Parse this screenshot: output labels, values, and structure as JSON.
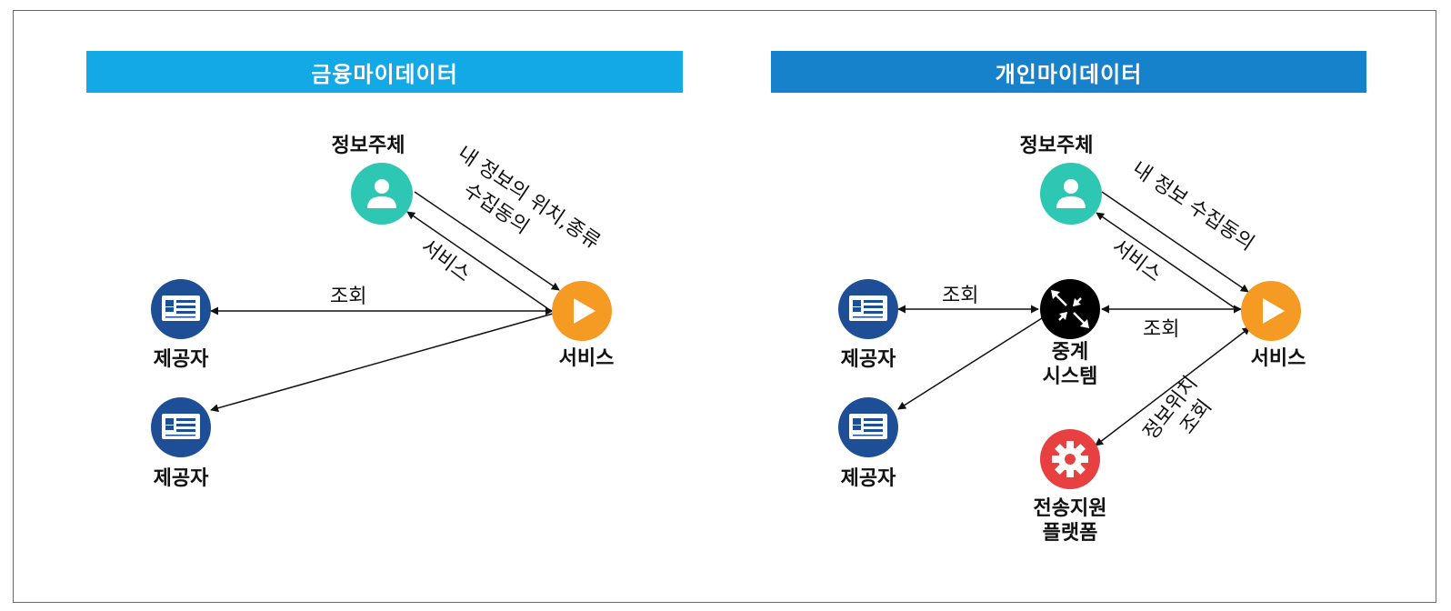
{
  "panels": {
    "financial": {
      "title": "금융마이데이터",
      "nodes": {
        "subject": "정보주체",
        "service": "서비스",
        "provider1": "제공자",
        "provider2": "제공자"
      },
      "edges": {
        "subject_to_service": [
          "내 정보의 위치,종류",
          "수집동의"
        ],
        "service_to_subject": "서비스",
        "service_to_provider": "조회"
      }
    },
    "personal": {
      "title": "개인마이데이터",
      "nodes": {
        "subject": "정보주체",
        "service": "서비스",
        "provider1": "제공자",
        "provider2": "제공자",
        "relay": [
          "중계",
          "시스템"
        ],
        "platform": [
          "전송지원",
          "플랫폼"
        ]
      },
      "edges": {
        "subject_to_service": "내 정보 수집동의",
        "service_to_subject": "서비스",
        "relay_to_provider": "조회",
        "service_to_relay": "조회",
        "platform_service": [
          "정보위치",
          "조회"
        ]
      }
    }
  },
  "colors": {
    "financial_header": "#13a9e6",
    "personal_header": "#1782cc",
    "subject_icon": "#2ec7b4",
    "service_icon": "#f59a23",
    "provider_icon": "#1d4e96",
    "relay_icon": "#000000",
    "platform_icon": "#e84040"
  },
  "icons": {
    "subject": "user-icon",
    "service": "play-icon",
    "provider": "id-card-icon",
    "relay": "router-icon",
    "platform": "gear-icon"
  }
}
